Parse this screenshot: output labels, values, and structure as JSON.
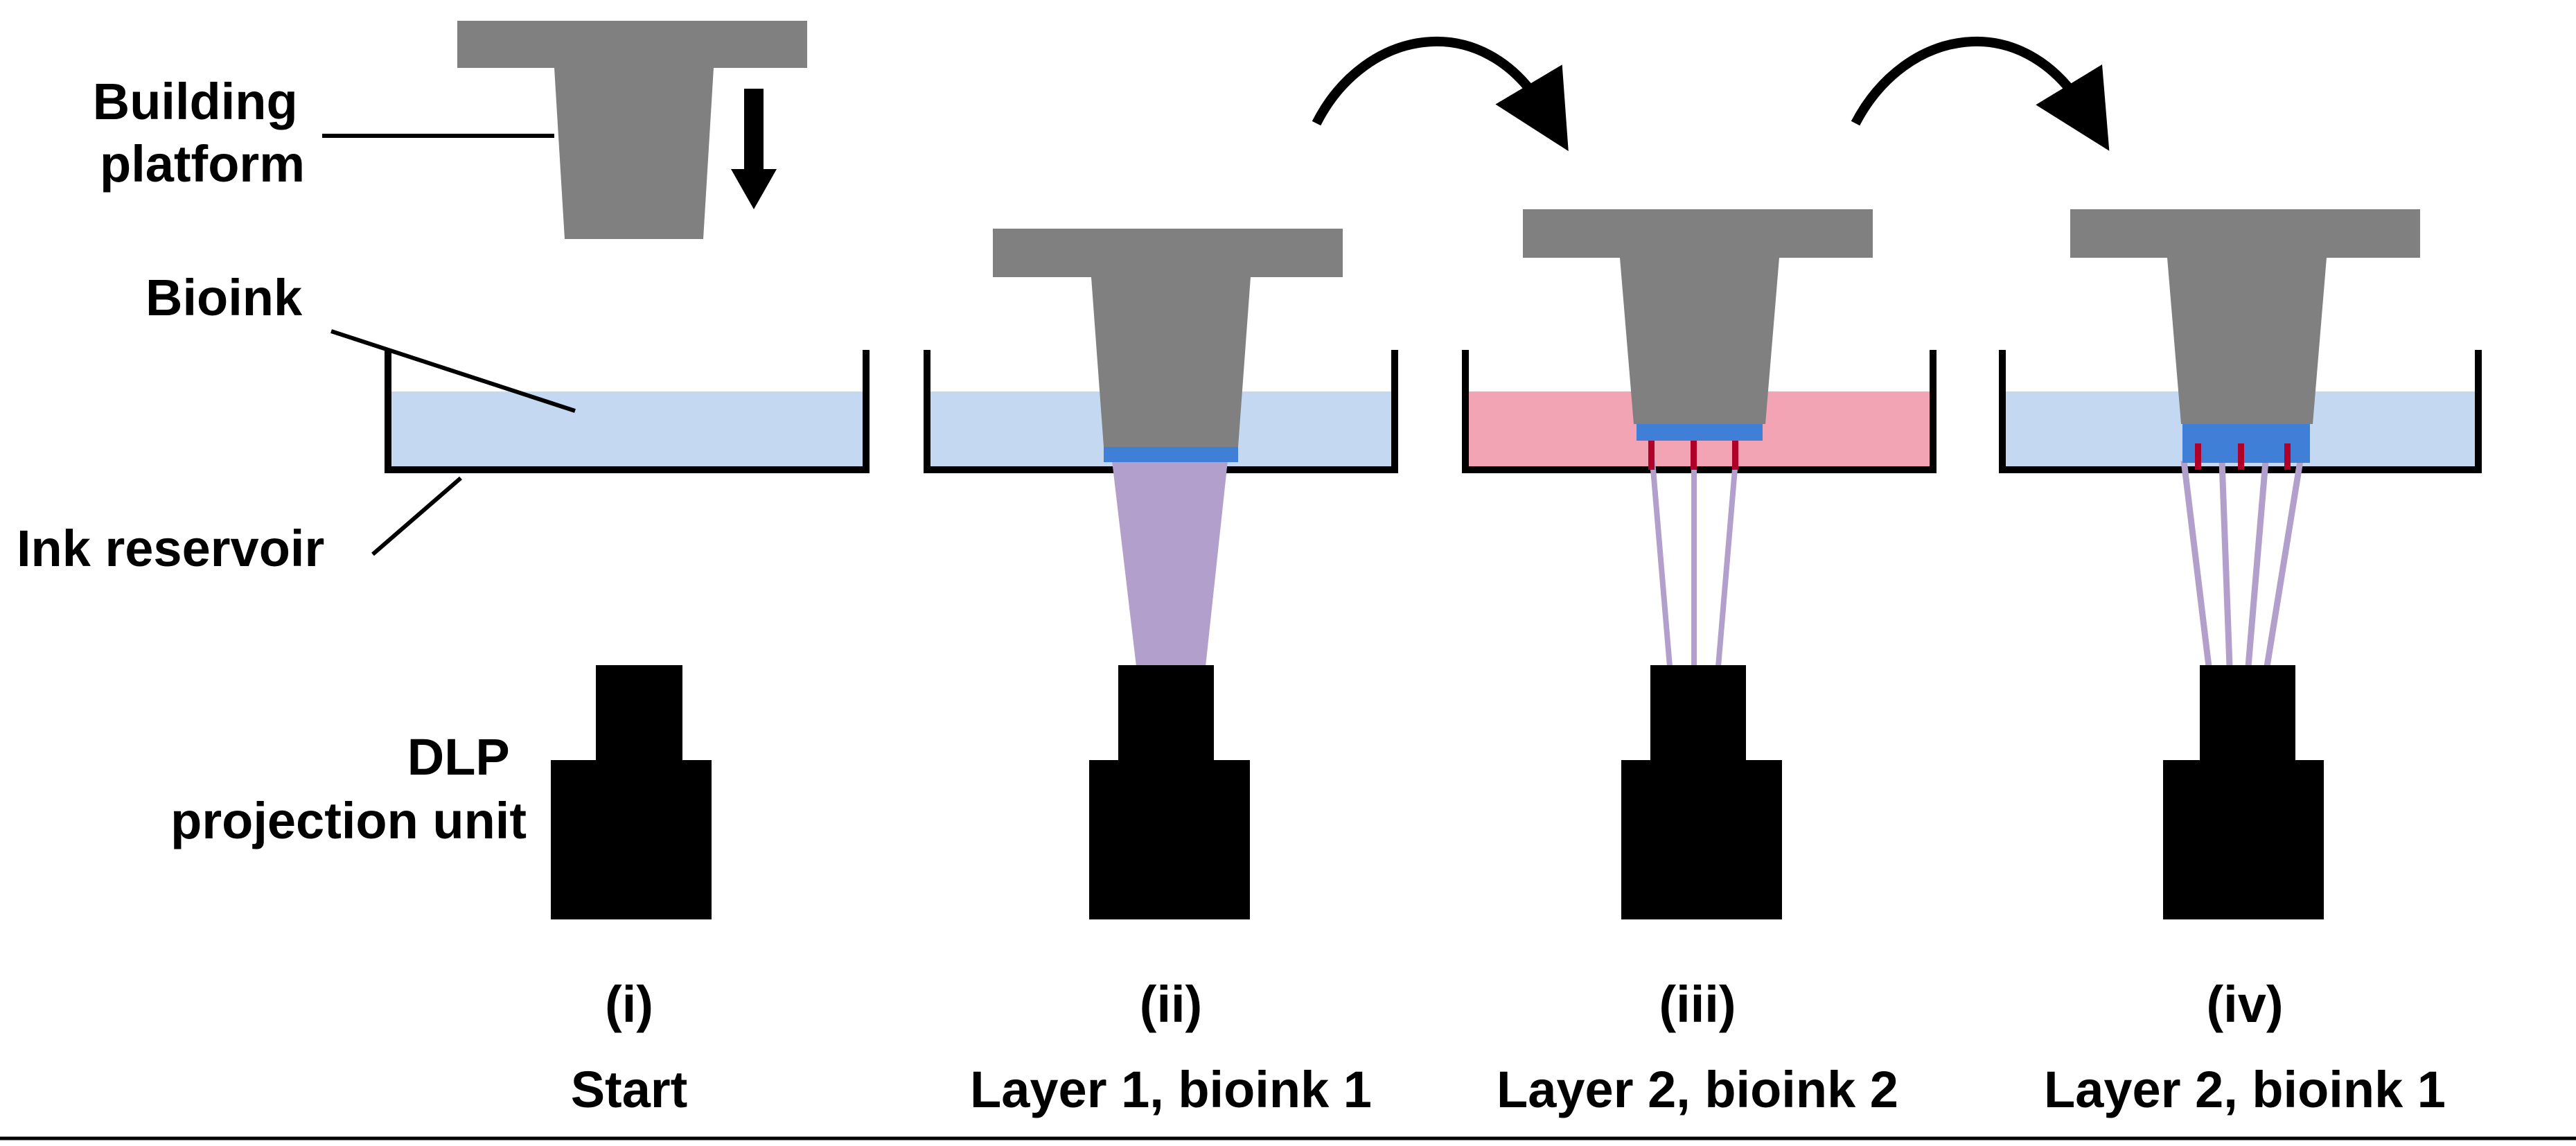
{
  "labels": {
    "building_platform_line1": "Building",
    "building_platform_line2": "platform",
    "bioink": "Bioink",
    "ink_reservoir": "Ink reservoir",
    "dlp_line1": "DLP",
    "dlp_line2": "projection unit"
  },
  "stages": [
    {
      "numeral": "(i)",
      "caption": "Start"
    },
    {
      "numeral": "(ii)",
      "caption": "Layer 1, bioink 1"
    },
    {
      "numeral": "(iii)",
      "caption": "Layer 2, bioink 2"
    },
    {
      "numeral": "(iv)",
      "caption": "Layer 2, bioink 1"
    }
  ],
  "colors": {
    "platform": "#808080",
    "bioink_1": "#c4d9f1",
    "bioink_2": "#f2a4b4",
    "cured_layer": "#3f7fd8",
    "cured_pillar": "#b0002a",
    "light_beam": "#b39fcc",
    "projector": "#000000"
  },
  "icons": [
    "curved-arrow-icon",
    "down-arrow-icon"
  ]
}
